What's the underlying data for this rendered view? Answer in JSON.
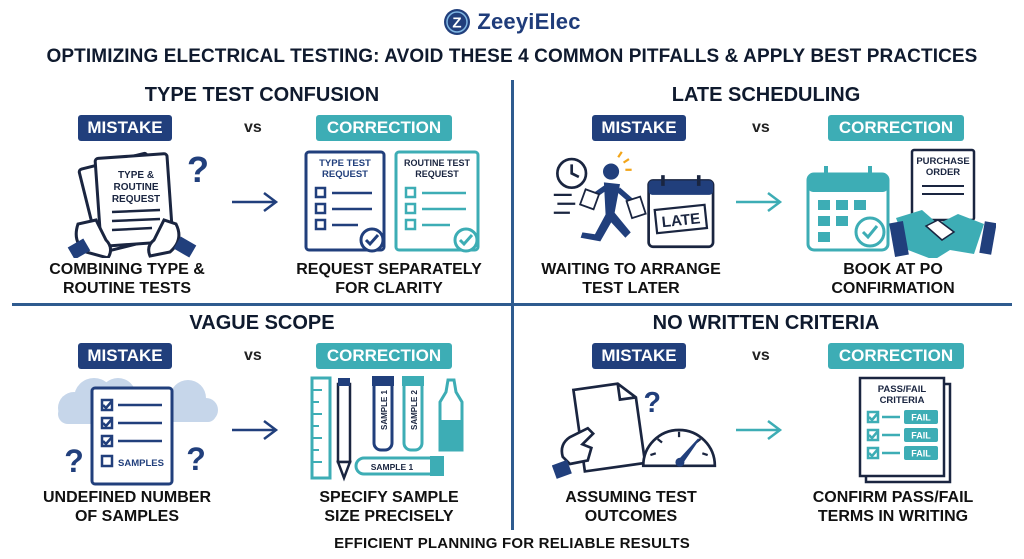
{
  "brand": {
    "name": "ZeeyiElec",
    "logo_letter": "Z"
  },
  "title": "OPTIMIZING ELECTRICAL TESTING: AVOID THESE 4 COMMON PITFALLS & APPLY BEST PRACTICES",
  "labels": {
    "mistake": "MISTAKE",
    "correction": "CORRECTION",
    "vs": "vs"
  },
  "colors": {
    "navy": "#213f7c",
    "teal": "#3dadb5",
    "divider": "#2f5b8f",
    "text": "#0f1a2e"
  },
  "pitfalls": [
    {
      "title": "TYPE TEST CONFUSION",
      "mistake_caption_1": "COMBINING TYPE &",
      "mistake_caption_2": "ROUTINE TESTS",
      "correction_caption_1": "REQUEST SEPARATELY",
      "correction_caption_2": "FOR CLARITY",
      "mistake_icon": "mixed-request-document-icon",
      "mistake_doc_1": "TYPE &",
      "mistake_doc_2": "ROUTINE",
      "mistake_doc_3": "REQUEST",
      "correction_icon": "separate-request-documents-icon",
      "doc_a_1": "TYPE TEST",
      "doc_a_2": "REQUEST",
      "doc_b_1": "ROUTINE TEST",
      "doc_b_2": "REQUEST"
    },
    {
      "title": "LATE SCHEDULING",
      "mistake_caption_1": "WAITING TO ARRANGE",
      "mistake_caption_2": "TEST LATER",
      "correction_caption_1": "BOOK AT PO",
      "correction_caption_2": "CONFIRMATION",
      "mistake_icon": "running-late-person-icon",
      "late_label": "LATE",
      "correction_icon": "calendar-handshake-icon",
      "po_1": "PURCHASE",
      "po_2": "ORDER"
    },
    {
      "title": "VAGUE SCOPE",
      "mistake_caption_1": "UNDEFINED NUMBER",
      "mistake_caption_2": "OF SAMPLES",
      "correction_caption_1": "SPECIFY SAMPLE",
      "correction_caption_2": "SIZE PRECISELY",
      "mistake_icon": "cloudy-checklist-icon",
      "samples_label": "SAMPLES",
      "correction_icon": "ruler-pencil-sample-tubes-icon",
      "sample_1": "SAMPLE 1",
      "sample_2": "SAMPLE 2",
      "sample_1b": "SAMPLE 1"
    },
    {
      "title": "NO WRITTEN CRITERIA",
      "mistake_caption_1": "ASSUMING TEST",
      "mistake_caption_2": "OUTCOMES",
      "correction_caption_1": "CONFIRM PASS/FAIL",
      "correction_caption_2": "TERMS IN WRITING",
      "mistake_icon": "blank-document-gauge-icon",
      "correction_icon": "pass-fail-criteria-document-icon",
      "criteria_1": "PASS/FAIL",
      "criteria_2": "CRITERIA",
      "fail_label": "FAIL"
    }
  ],
  "footer": "EFFICIENT PLANNING FOR RELIABLE RESULTS"
}
